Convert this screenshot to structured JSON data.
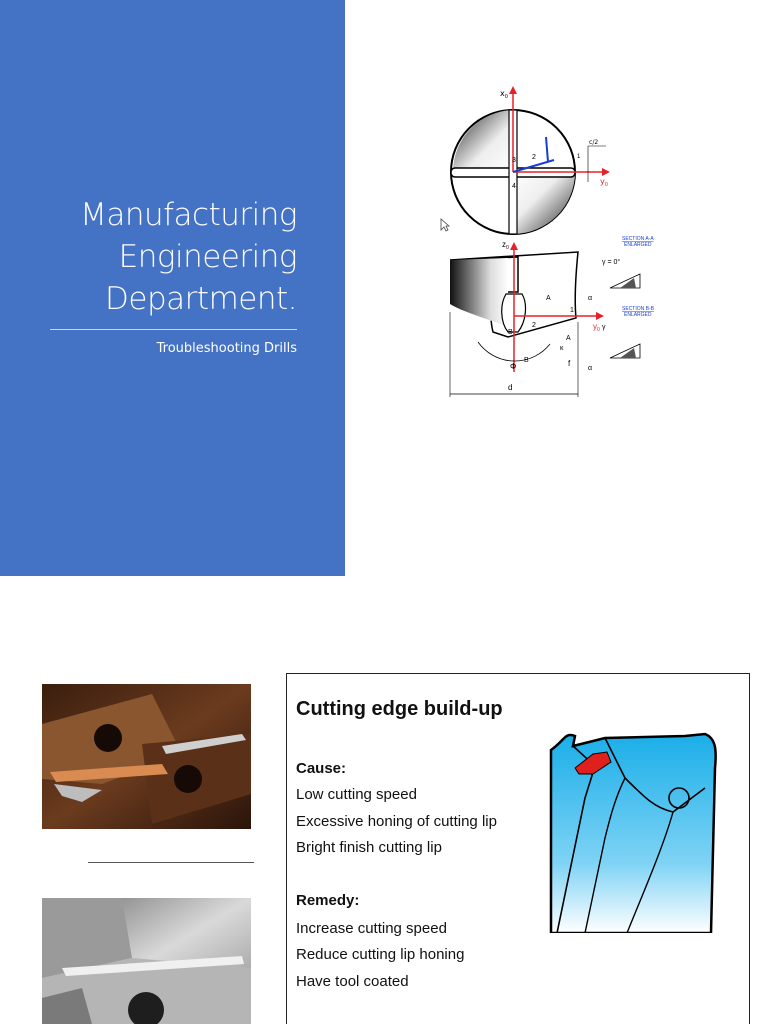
{
  "slide1": {
    "title": "Manufacturing Engineering Department.",
    "subtitle": "Troubleshooting Drills",
    "diagram_labels": {
      "x0": "x",
      "x0_sub": "0",
      "y0": "y",
      "y0_sub": "0",
      "z0": "z",
      "z0_sub": "0",
      "cm2": "c",
      "cm2_rest": "/2",
      "section_aa": "SECTION A-A",
      "section_aa_sub": "ENLARGED",
      "section_bb": "SECTION B-B",
      "section_bb_sub": "ENLARGED",
      "gamma_eq": "= 0°",
      "gamma_sym": "γ",
      "alpha_sym": "α",
      "phi_p": "Φ",
      "kappa": "κ",
      "d": "d",
      "f": "f",
      "A": "A",
      "B": "B",
      "n1": "1",
      "n2": "2",
      "n3": "3",
      "n4": "4"
    },
    "colors": {
      "panel": "#4472c4",
      "axis_red": "#e8202a",
      "axis_blue": "#1a3fd0"
    }
  },
  "slide2": {
    "box": {
      "title": "Cutting edge build-up",
      "cause_label": "Cause:",
      "causes": [
        "Low cutting speed",
        "Excessive honing of cutting lip",
        "Bright finish cutting lip"
      ],
      "remedy_label": "Remedy:",
      "remedies": [
        "Increase cutting speed",
        "Reduce cutting lip honing",
        "Have tool coated"
      ]
    },
    "colors": {
      "drill_blue": "#2ab6ee",
      "buildup_red": "#e0201c"
    }
  }
}
